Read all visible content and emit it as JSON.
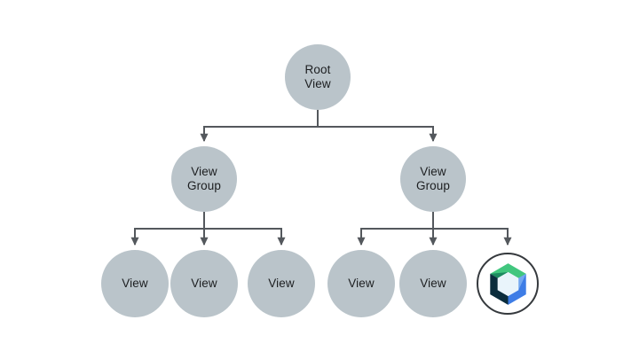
{
  "diagram": {
    "type": "tree",
    "root": {
      "label": "Root View"
    },
    "groups": [
      {
        "label": "View Group"
      },
      {
        "label": "View Group"
      }
    ],
    "left_children": [
      {
        "label": "View"
      },
      {
        "label": "View"
      },
      {
        "label": "View"
      }
    ],
    "right_children": [
      {
        "label": "View"
      },
      {
        "label": "View"
      },
      {
        "icon": "jetpack-compose-logo"
      }
    ]
  },
  "colors": {
    "page_bg": "#ffffff",
    "node_fill": "#bac4ca",
    "node_text": "#1c1e20",
    "connector": "#54585d",
    "compose_ring": "#35393d",
    "compose_green": "#41c67e",
    "compose_dark_green": "#1d8a60",
    "compose_blue": "#3e7de6",
    "compose_light_blue": "#74a8f0",
    "compose_navy": "#0b2d3d",
    "compose_center": "#e9f4fb"
  }
}
